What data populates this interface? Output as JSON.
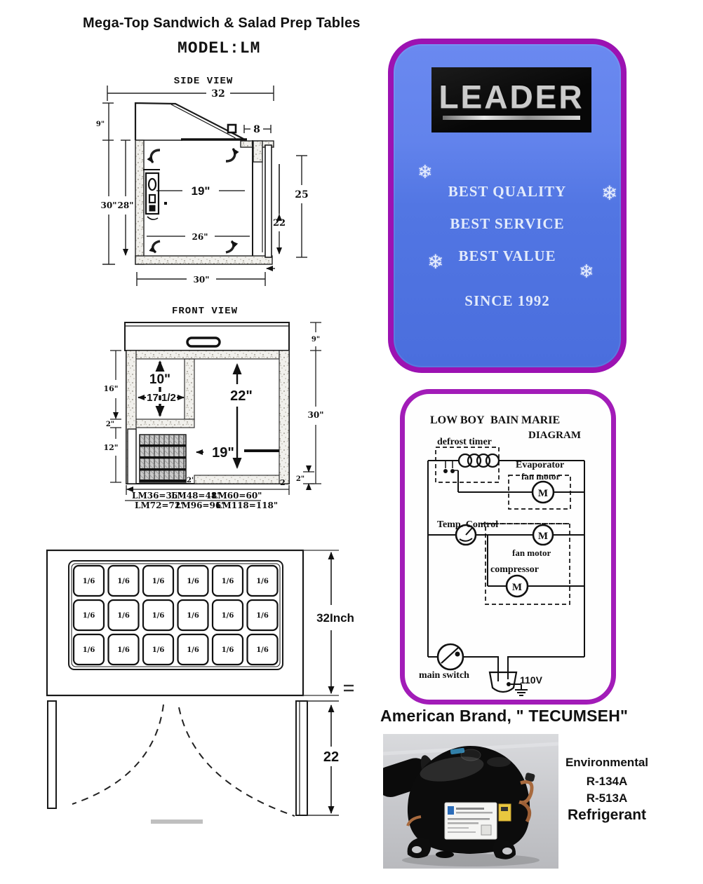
{
  "page": {
    "title": "Mega-Top Sandwich & Salad Prep Tables",
    "model": "MODEL:LM"
  },
  "side_view": {
    "heading": "SIDE VIEW",
    "top_width": "32",
    "overhang": "8",
    "top_height": "9\"",
    "height_outer": "30\"",
    "height_inner": "28\"",
    "opening_width": "19\"",
    "interior_width": "26\"",
    "right_outer": "25",
    "right_door": "22",
    "bottom_width": "30\""
  },
  "front_view": {
    "heading": "FRONT VIEW",
    "top_height": "9\"",
    "left_top": "16\"",
    "left_mid": "2\"",
    "left_bottom": "12\"",
    "pan_depth": "10\"",
    "pan_width": "17 1/2",
    "opening_height": "22\"",
    "opening_width": "19\"",
    "right_height": "30\"",
    "right_bottom": "2\"",
    "base_left": "2'",
    "base_right": "2",
    "models": [
      "LM36=36\"",
      "LM48=48\"",
      "LM60=60\"",
      "LM72=72\"",
      "LM96=96\"",
      "LM118=118\""
    ]
  },
  "promo": {
    "brand": "LEADER",
    "line1": "BEST QUALITY",
    "line2": "BEST SERVICE",
    "line3": "BEST VALUE",
    "since": "SINCE 1992",
    "snowflake": "❄"
  },
  "wiring": {
    "title_left": "LOW BOY",
    "title_right": "BAIN MARIE",
    "title_line2": "DIAGRAM",
    "defrost_timer": "defrost timer",
    "evaporator": "Evaporator",
    "evap_fan": "fan motor",
    "temp_control": "Temp. Control",
    "fan_motor": "fan motor",
    "compressor": "compressor",
    "main_switch": "main switch",
    "voltage": "110V",
    "motor_letter": "M"
  },
  "top_view": {
    "pan_label": "1/6",
    "depth_label": "32Inch",
    "door_depth": "22"
  },
  "compressor_section": {
    "heading": "American Brand, \" TECUMSEH\"",
    "env_line1": "Environmental",
    "env_line2": "R-134A",
    "env_line3": "R-513A",
    "env_line4": "Refrigerant"
  },
  "colors": {
    "promo_border": "#9c12b2",
    "promo_blue_top": "#6a89f0",
    "promo_blue_bottom": "#4a6edd",
    "diagram_border": "#a21cb8",
    "copper": "#a86a3e"
  }
}
